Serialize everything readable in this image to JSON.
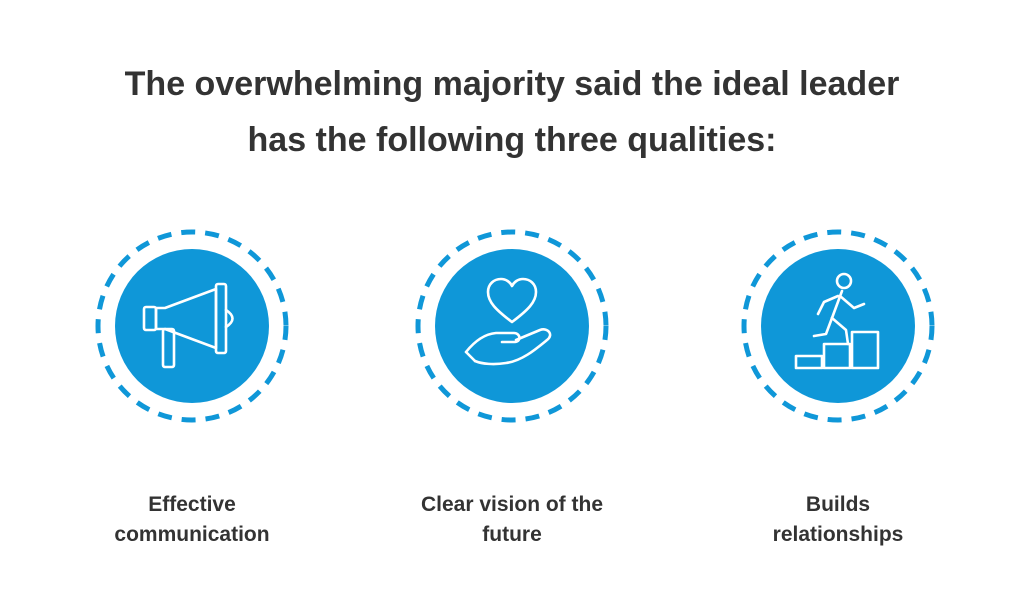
{
  "headline": {
    "line1": "The overwhelming majority said the ideal leader",
    "line2": "has the following three qualities:"
  },
  "colors": {
    "accent": "#0f97d8",
    "text": "#333333",
    "background": "#ffffff"
  },
  "qualities": [
    {
      "icon": "megaphone-icon",
      "label_line1": "Effective",
      "label_line2": "communication"
    },
    {
      "icon": "heart-in-hand-icon",
      "label_line1": "Clear vision of the",
      "label_line2": "future"
    },
    {
      "icon": "person-climbing-steps-icon",
      "label_line1": "Builds",
      "label_line2": "relationships"
    }
  ]
}
